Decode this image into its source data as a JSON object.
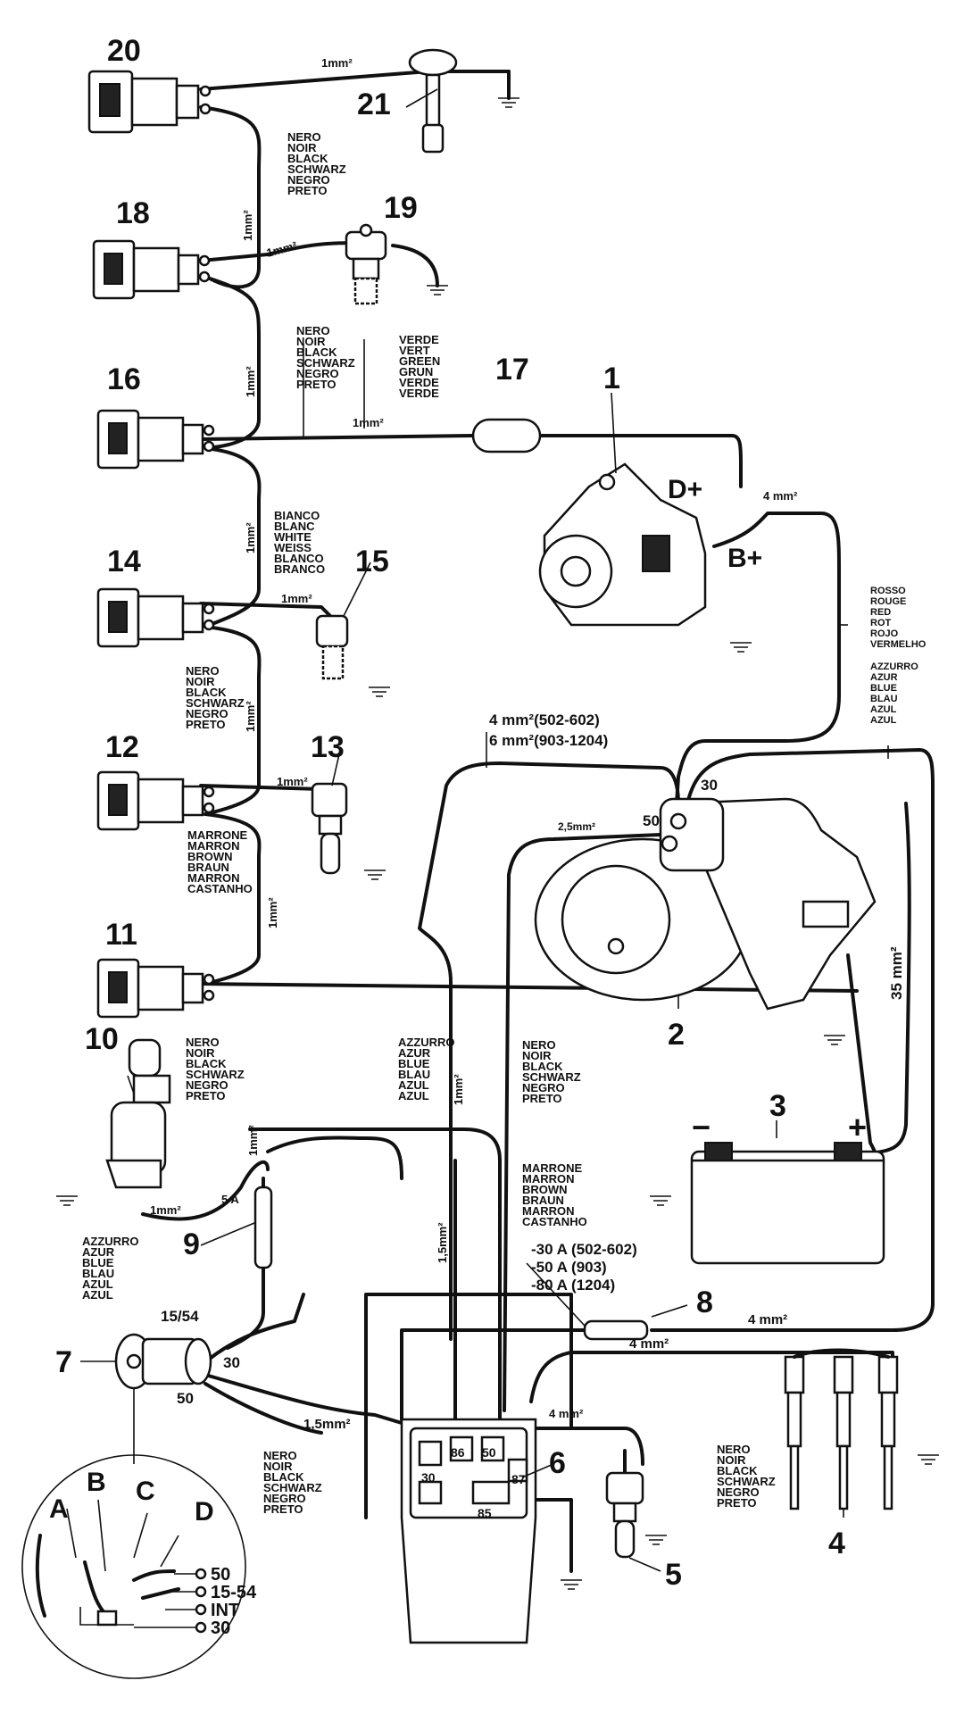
{
  "component_numbers": {
    "n1": "1",
    "n2": "2",
    "n3": "3",
    "n4": "4",
    "n5": "5",
    "n6": "6",
    "n7": "7",
    "n8": "8",
    "n9": "9",
    "n10": "10",
    "n11": "11",
    "n12": "12",
    "n13": "13",
    "n14": "14",
    "n15": "15",
    "n16": "16",
    "n17": "17",
    "n18": "18",
    "n19": "19",
    "n20": "20",
    "n21": "21"
  },
  "colors_text": {
    "black": [
      "NERO",
      "NOIR",
      "BLACK",
      "SCHWARZ",
      "NEGRO",
      "PRETO"
    ],
    "green": [
      "VERDE",
      "VERT",
      "GREEN",
      "GRUN",
      "VERDE",
      "VERDE"
    ],
    "white": [
      "BIANCO",
      "BLANC",
      "WHITE",
      "WEISS",
      "BLANCO",
      "BRANCO"
    ],
    "brown": [
      "MARRONE",
      "MARRON",
      "BROWN",
      "BRAUN",
      "MARRON",
      "CASTANHO"
    ],
    "red": [
      "ROSSO",
      "ROUGE",
      "RED",
      "ROT",
      "ROJO",
      "VERMELHO"
    ],
    "blue": [
      "AZZURRO",
      "AZUR",
      "BLUE",
      "BLAU",
      "AZUL",
      "AZUL"
    ]
  },
  "wire_sizes": {
    "s1": "1mm²",
    "s4": "4 mm²",
    "s15": "1,5mm²",
    "s25": "2,5mm²",
    "s35": "35 mm²",
    "start_cable": [
      "4 mm²(502-602)",
      "6 mm²(903-1204)"
    ]
  },
  "alternator": {
    "d_plus": "D+",
    "b_plus": "B+"
  },
  "starter": {
    "t30": "30",
    "t50": "50"
  },
  "battery": {
    "minus": "−",
    "plus": "+"
  },
  "fuse8": {
    "ratings": [
      "-30 A (502-602)",
      "-50 A (903)",
      "-80 A (1204)"
    ]
  },
  "fuse9": {
    "rating": "5 A"
  },
  "key_switch": {
    "t1554": "15/54",
    "t30": "30",
    "t50": "50"
  },
  "relay": {
    "pins": [
      "86",
      "50",
      "30",
      "87",
      "85"
    ]
  },
  "key_detail": {
    "positions": [
      "A",
      "B",
      "C",
      "D"
    ],
    "outputs": [
      "50",
      "15-54",
      "INT",
      "30"
    ]
  }
}
